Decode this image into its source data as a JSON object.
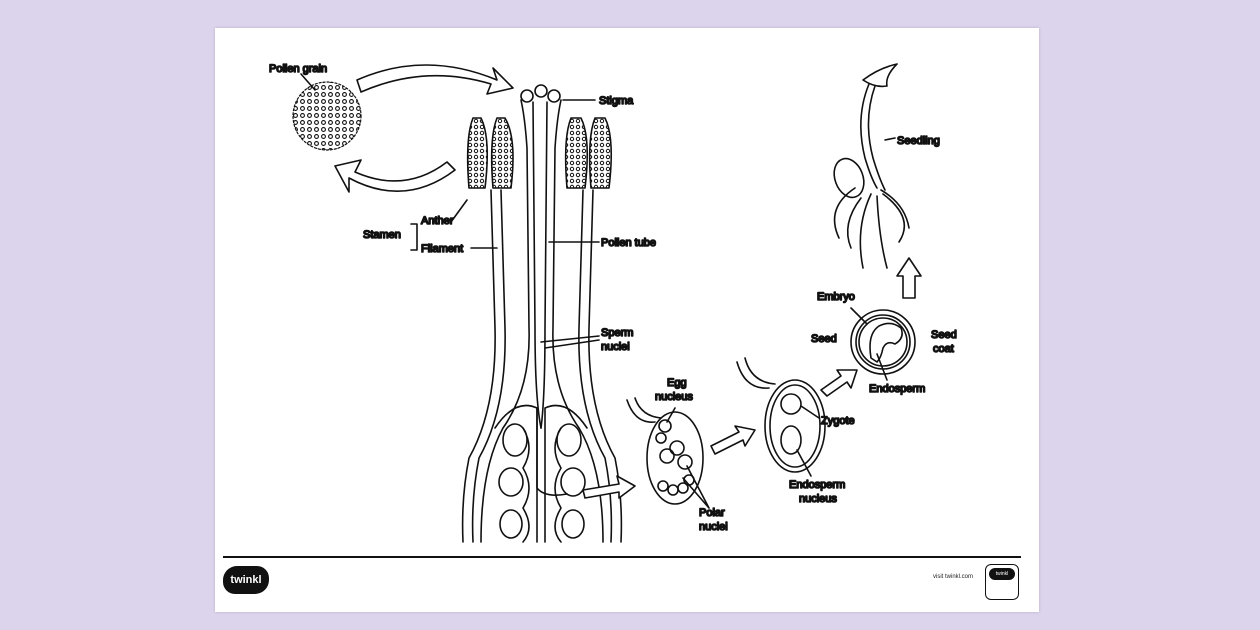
{
  "labels": {
    "pollen_grain": "Pollen grain",
    "stigma": "Stigma",
    "anther": "Anther",
    "stamen": "Stamen",
    "filament": "Filament",
    "pollen_tube": "Pollen tube",
    "sperm_nuclei_1": "Sperm",
    "sperm_nuclei_2": "nuclei",
    "egg_nucleus_1": "Egg",
    "egg_nucleus_2": "nucleus",
    "polar_nuclei_1": "Polar",
    "polar_nuclei_2": "nuclei",
    "zygote": "Zygote",
    "endosperm_nucleus_1": "Endosperm",
    "endosperm_nucleus_2": "nucleus",
    "embryo": "Embryo",
    "seed": "Seed",
    "seed_coat_1": "Seed",
    "seed_coat_2": "coat",
    "endosperm": "Endosperm",
    "seedling": "Seedling"
  },
  "footer": {
    "logo_text": "twinkl",
    "visit_text": "visit twinkl.com",
    "badge_text": "twinkl"
  }
}
